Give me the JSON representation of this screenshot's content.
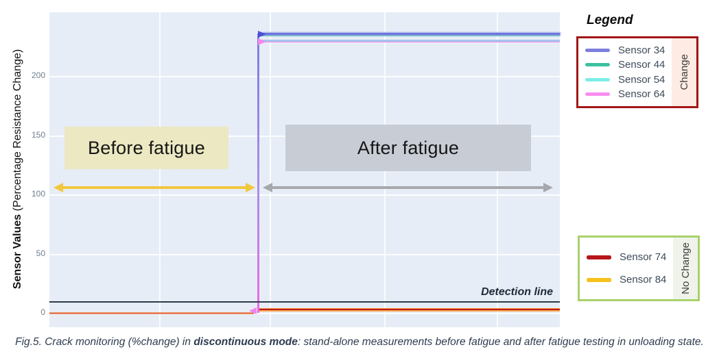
{
  "figure": {
    "caption_prefix": "Fig.5. Crack monitoring (%change) in ",
    "caption_bold": "discontinuous mode",
    "caption_suffix": ": stand-alone measurements before fatigue and after fatigue testing in unloading state."
  },
  "y_axis": {
    "title_bold": "Sensor Values",
    "title_regular": " (Percentage Resistance Change)",
    "ticks": [
      "200",
      "150",
      "100",
      "50",
      "0"
    ]
  },
  "annotations": {
    "before_label": "Before fatigue",
    "after_label": "After fatigue",
    "detection_label": "Detection line"
  },
  "legend": {
    "title": "Legend",
    "change_group": {
      "label": "Change",
      "border_color": "#a21616",
      "strip_color": "#fdebe4",
      "items": [
        {
          "name": "Sensor 34",
          "color": "#7b7fe0"
        },
        {
          "name": "Sensor 44",
          "color": "#3bbfa0"
        },
        {
          "name": "Sensor 54",
          "color": "#7ceee8"
        },
        {
          "name": "Sensor 64",
          "color": "#f98df0"
        }
      ]
    },
    "no_change_group": {
      "label": "No Change",
      "border_color": "#a8d16b",
      "strip_color": "#eff3ea",
      "items": [
        {
          "name": "Sensor 74",
          "color": "#b6151b"
        },
        {
          "name": "Sensor 84",
          "color": "#f5c11b"
        }
      ]
    }
  },
  "chart_data": {
    "type": "line",
    "title": "",
    "xlabel": "",
    "ylabel": "Sensor Values (Percentage Resistance Change)",
    "ylim": [
      -12,
      255
    ],
    "yticks": [
      0,
      50,
      100,
      150,
      200
    ],
    "x_tick_labels_visible": false,
    "grid": true,
    "plot_background": "#e7edf6",
    "fatigue_event_x_fraction": 0.41,
    "detection_line_y": 10,
    "series": [
      {
        "name": "Sensor 34",
        "color": "#7b7fe0",
        "group": "Change",
        "before_value": 0,
        "after_value": 235
      },
      {
        "name": "Sensor 44",
        "color": "#3bbfa0",
        "group": "Change",
        "before_value": 0,
        "after_value": 234
      },
      {
        "name": "Sensor 54",
        "color": "#7ceee8",
        "group": "Change",
        "before_value": 0,
        "after_value": 230
      },
      {
        "name": "Sensor 64",
        "color": "#f98df0",
        "group": "Change",
        "before_value": 0,
        "after_value": 229
      },
      {
        "name": "Sensor 74",
        "color": "#b6151b",
        "group": "No Change",
        "before_value": 0,
        "after_value": 3
      },
      {
        "name": "Sensor 84",
        "color": "#f5c11b",
        "group": "No Change",
        "before_value": 0,
        "after_value": 4
      }
    ],
    "annotations": [
      "Before fatigue",
      "After fatigue",
      "Detection line"
    ],
    "legend_position": "right"
  }
}
